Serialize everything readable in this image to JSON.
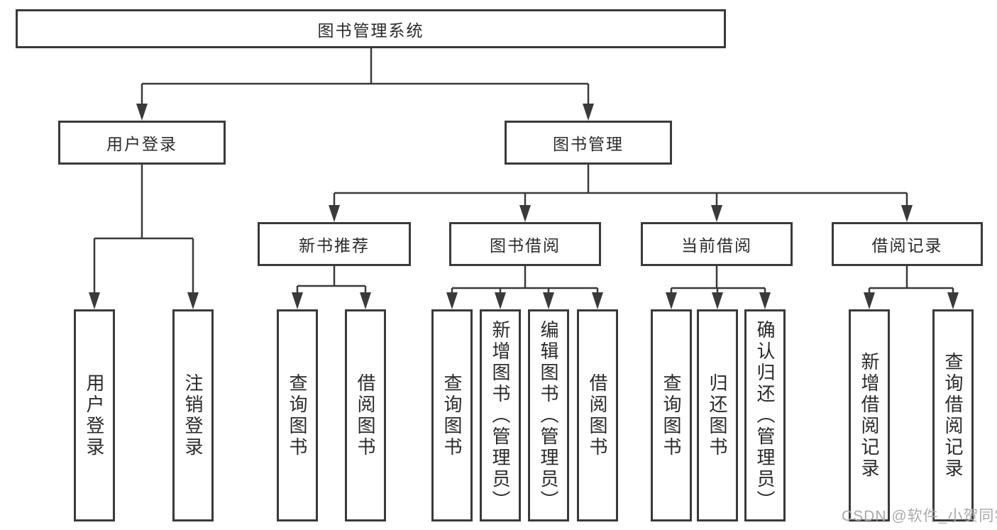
{
  "diagram": {
    "title": "图书管理系统",
    "branches": [
      {
        "label": "用户登录",
        "children": [
          {
            "label": "用户登录"
          },
          {
            "label": "注销登录"
          }
        ]
      },
      {
        "label": "图书管理",
        "children": [
          {
            "label": "新书推荐",
            "children": [
              {
                "label": "查询图书"
              },
              {
                "label": "借阅图书"
              }
            ]
          },
          {
            "label": "图书借阅",
            "children": [
              {
                "label": "查询图书"
              },
              {
                "label": "新增图书（管理员）"
              },
              {
                "label": "编辑图书（管理员）"
              },
              {
                "label": "借阅图书"
              }
            ]
          },
          {
            "label": "当前借阅",
            "children": [
              {
                "label": "查询图书"
              },
              {
                "label": "归还图书"
              },
              {
                "label": "确认归还（管理员）"
              }
            ]
          },
          {
            "label": "借阅记录",
            "children": [
              {
                "label": "新增借阅记录"
              },
              {
                "label": "查询借阅记录"
              }
            ]
          }
        ]
      }
    ]
  },
  "watermark": {
    "text": "CSDN @软件_小贺同学"
  },
  "colors": {
    "line": "#3a3a3a",
    "text": "#2a2a2a",
    "watermark": "#a9a9a9",
    "background": "#ffffff"
  }
}
